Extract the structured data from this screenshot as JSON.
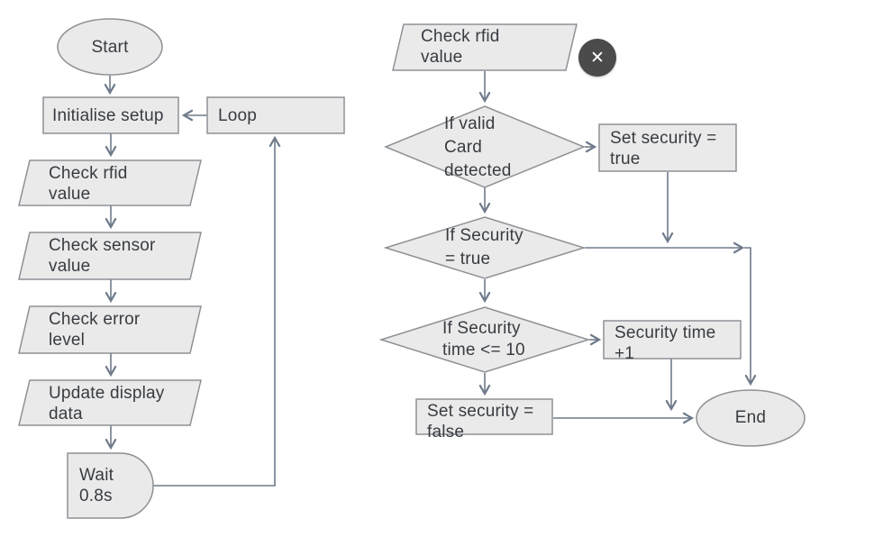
{
  "colors": {
    "background": "#ffffff",
    "node_fill": "#eaeaea",
    "node_border": "#8d9196",
    "connector": "#6e7a8a",
    "text": "#383c41",
    "close_button_bg": "#4b4b4b",
    "close_button_fg": "#ffffff"
  },
  "close_button": {
    "icon": "✕"
  },
  "nodes": {
    "start": {
      "type": "terminator",
      "label": "Start"
    },
    "initialise": {
      "type": "process",
      "label": "Initialise setup"
    },
    "loop": {
      "type": "process",
      "label": "Loop"
    },
    "check_rfid_left": {
      "type": "io",
      "label": "Check rfid\nvalue"
    },
    "check_sensor": {
      "type": "io",
      "label": "Check sensor\nvalue"
    },
    "check_error": {
      "type": "io",
      "label": "Check error\nlevel"
    },
    "update_display": {
      "type": "io",
      "label": "Update display\ndata"
    },
    "wait": {
      "type": "delay",
      "label": "Wait\n0.8s"
    },
    "check_rfid_right": {
      "type": "io",
      "label": "Check rfid\nvalue"
    },
    "if_valid_card": {
      "type": "decision",
      "label": "If valid\nCard\ndetected"
    },
    "set_security_true": {
      "type": "process",
      "label": "Set security =\ntrue"
    },
    "if_security_true": {
      "type": "decision",
      "label": "If Security\n= true"
    },
    "if_security_time": {
      "type": "decision",
      "label": "If Security\ntime <= 10"
    },
    "security_time_inc": {
      "type": "process",
      "label": "Security time\n+1"
    },
    "set_security_false": {
      "type": "process",
      "label": "Set security =\nfalse"
    },
    "end": {
      "type": "terminator",
      "label": "End"
    }
  }
}
